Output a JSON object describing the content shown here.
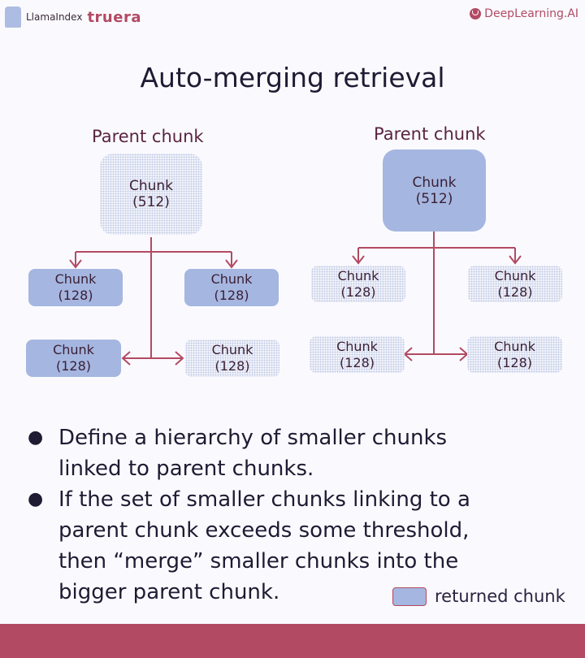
{
  "header": {
    "logo_left_1": "LlamaIndex",
    "logo_left_2": "truera",
    "logo_right": "DeepLearning.AI"
  },
  "title": "Auto-merging retrieval",
  "diagrams": [
    {
      "label": "Parent chunk",
      "parent": {
        "name": "Chunk",
        "size": "(512)",
        "returned": false
      },
      "children": [
        {
          "name": "Chunk",
          "size": "(128)",
          "returned": true
        },
        {
          "name": "Chunk",
          "size": "(128)",
          "returned": true
        },
        {
          "name": "Chunk",
          "size": "(128)",
          "returned": true
        },
        {
          "name": "Chunk",
          "size": "(128)",
          "returned": false
        }
      ]
    },
    {
      "label": "Parent chunk",
      "parent": {
        "name": "Chunk",
        "size": "(512)",
        "returned": true
      },
      "children": [
        {
          "name": "Chunk",
          "size": "(128)",
          "returned": false
        },
        {
          "name": "Chunk",
          "size": "(128)",
          "returned": false
        },
        {
          "name": "Chunk",
          "size": "(128)",
          "returned": false
        },
        {
          "name": "Chunk",
          "size": "(128)",
          "returned": false
        }
      ]
    }
  ],
  "bullets": [
    "Define a hierarchy of smaller chunks linked to parent chunks.",
    "If the set of smaller chunks linking to a parent chunk exceeds some threshold, then “merge” smaller chunks into the bigger parent chunk."
  ],
  "bullet_symbol": "●",
  "legend": {
    "label": "returned chunk"
  },
  "colors": {
    "accent": "#b34a63",
    "returned": "#a5b6e0",
    "text": "#1e1b33"
  }
}
